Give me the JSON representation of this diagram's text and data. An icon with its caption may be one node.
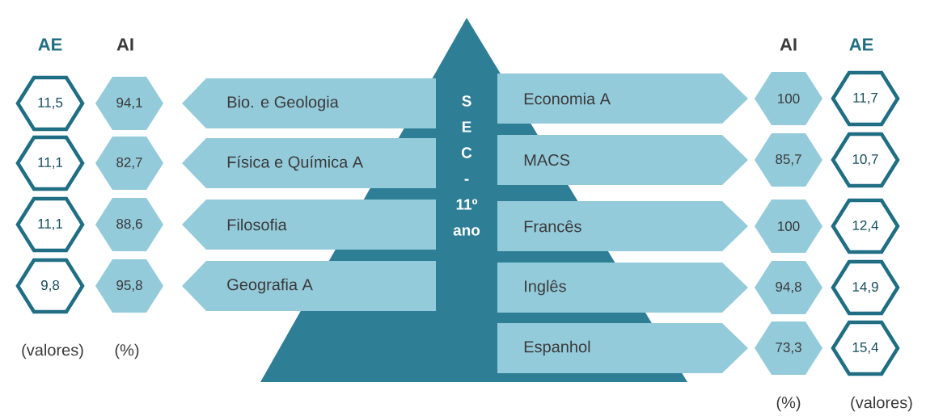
{
  "diagram": {
    "nodes": [
      {
        "text": [
          "S E C - 11º ano"
        ]
      },
      {
        "text": [
          "Bio. e Geologia"
        ]
      },
      {
        "text": [
          "Física e Química A"
        ]
      },
      {
        "text": [
          "Filosofia"
        ]
      },
      {
        "text": [
          "Geografia A"
        ]
      },
      {
        "text": [
          "Economia A"
        ]
      },
      {
        "text": [
          "MACS"
        ]
      },
      {
        "text": [
          "Francês"
        ]
      },
      {
        "text": [
          "Inglês"
        ]
      },
      {
        "text": [
          "Espanhol"
        ]
      },
      {
        "text": [
          "11,5"
        ]
      },
      {
        "text": [
          "11,1"
        ]
      },
      {
        "text": [
          "11,1"
        ]
      },
      {
        "text": [
          "9,8"
        ]
      },
      {
        "text": [
          "94,1"
        ]
      },
      {
        "text": [
          "82,7"
        ]
      },
      {
        "text": [
          "88,6"
        ]
      },
      {
        "text": [
          "95,8"
        ]
      },
      {
        "text": [
          "100"
        ]
      },
      {
        "text": [
          "85,7"
        ]
      },
      {
        "text": [
          "100"
        ]
      },
      {
        "text": [
          "94,8"
        ]
      },
      {
        "text": [
          "73,3"
        ]
      },
      {
        "text": [
          "11,7"
        ]
      },
      {
        "text": [
          "10,7"
        ]
      },
      {
        "text": [
          "12,4"
        ]
      },
      {
        "text": [
          "14,9"
        ]
      },
      {
        "text": [
          "15,4"
        ]
      }
    ],
    "labels": [
      "AE",
      "AI",
      "AI",
      "AE",
      "(valores)",
      "(%)",
      "(%)",
      "(valores)"
    ]
  }
}
